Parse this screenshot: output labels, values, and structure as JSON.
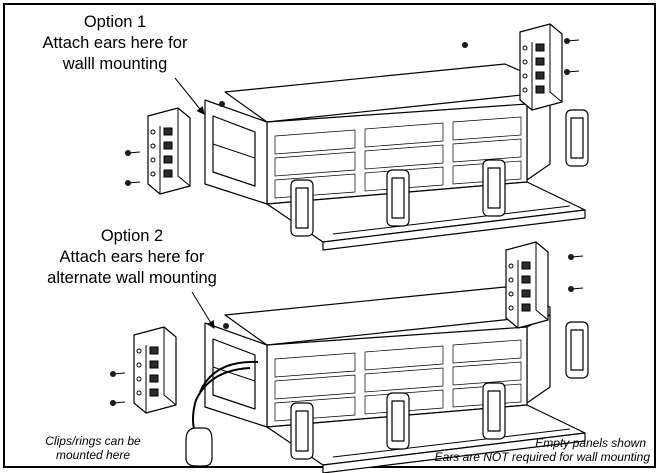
{
  "option1": {
    "title": "Option 1",
    "line2": "Attach ears here for",
    "line3": "walll mounting"
  },
  "option2": {
    "title": "Option 2",
    "line2": "Attach ears here for",
    "line3": "alternate wall mounting"
  },
  "captions": {
    "clips_line1": "Clips/rings can be",
    "clips_line2": "mounted here",
    "empty_panels": "Empty panels shown",
    "ears_note": "Ears are NOT required for wall mounting"
  }
}
